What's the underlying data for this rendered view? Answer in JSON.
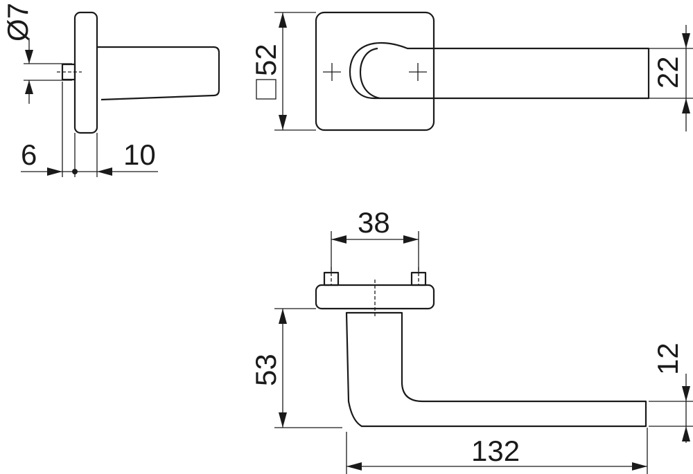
{
  "dimensions": {
    "shaft_diameter": "Ø7",
    "spindle_length": "6",
    "rose_thickness": "10",
    "rose_square": "52",
    "lever_width": "22",
    "rose_spacing": "38",
    "lever_projection": "53",
    "lever_thickness": "12",
    "lever_length": "132"
  }
}
